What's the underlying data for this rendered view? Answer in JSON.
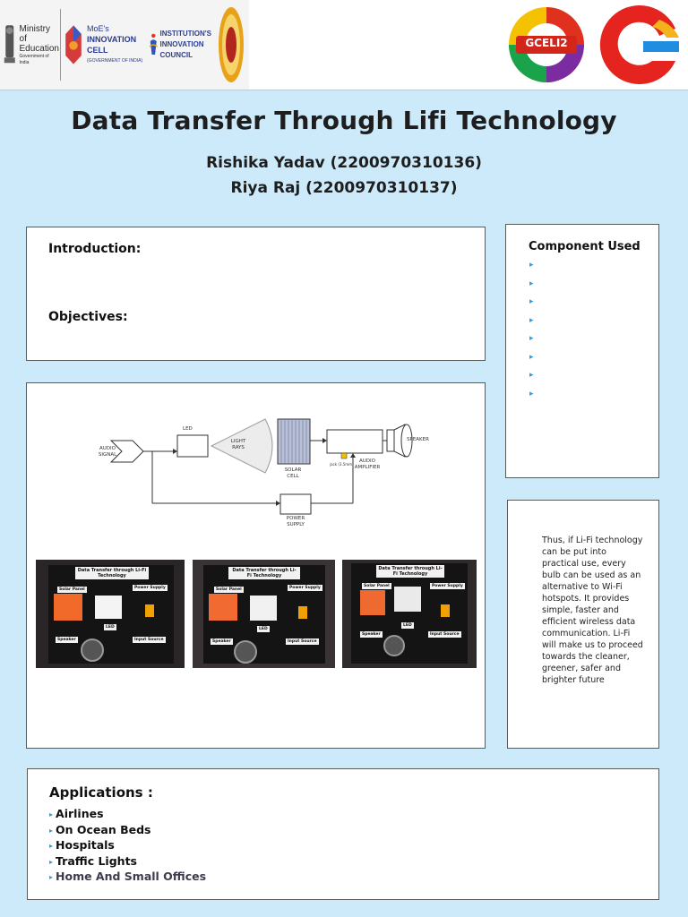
{
  "header": {
    "logos": {
      "ministry": {
        "lines": [
          "Ministry of",
          "Education",
          "Government of India"
        ]
      },
      "innovation_cell": {
        "lines": [
          "MoE's",
          "INNOVATION CELL",
          "(GOVERNMENT OF INDIA)"
        ]
      },
      "iic": {
        "lines": [
          "INSTITUTION'S",
          "INNOVATION",
          "COUNCIL"
        ]
      },
      "gcelt": {
        "text": "GCELI2"
      }
    }
  },
  "poster": {
    "title": "Data Transfer Through Lifi Technology",
    "authors": [
      "Rishika Yadav (2200970310136)",
      "Riya Raj (2200970310137)"
    ]
  },
  "introduction": {
    "heading": "Introduction:",
    "objectives_heading": "Objectives:"
  },
  "components": {
    "heading": "Component Used",
    "bullet_count": 8
  },
  "diagram": {
    "labels": {
      "audio_signal": "AUDIO SIGNAL",
      "led": "LED",
      "light_rays": "LIGHT RAYS",
      "solar_cell": "SOLAR CELL",
      "audio_amplifier": "AUDIO AMPLIFIER",
      "speaker": "SPEAKER",
      "power_supply": "POWER SUPPLY",
      "jack": "jack (3.5mm)"
    }
  },
  "photos": {
    "board_title": "Data Transfer through Li-Fi Technology",
    "labels": {
      "solar_panel": "Solar Panel",
      "power_supply": "Power Supply",
      "led": "LED",
      "speaker": "Speaker",
      "input_source": "Input Source"
    }
  },
  "conclusion": {
    "text": "Thus, if Li-Fi technology can be put into practical use, every bulb can be used as an alternative to Wi-Fi hotspots.  It provides simple, faster and efficient wireless data communication. Li-Fi will make us to proceed towards the cleaner, greener, safer and brighter future"
  },
  "applications": {
    "heading": "Applications :",
    "items": [
      "Airlines",
      "On Ocean Beds",
      "Hospitals",
      "Traffic Lights",
      "Home And Small Offices"
    ]
  },
  "colors": {
    "background": "#cdeafb",
    "bullet": "#2e9fd8",
    "panel": "#ffffff",
    "border": "#5a5a5a"
  }
}
